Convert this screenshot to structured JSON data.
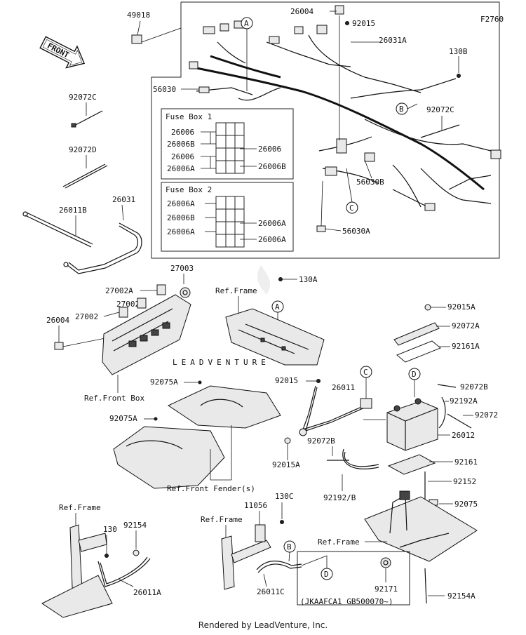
{
  "figure_code": "F2760",
  "watermark": "LEADVENTURE",
  "footer": "Rendered by LeadVenture, Inc.",
  "front_arrow": "FRONT",
  "fuse_box_1": {
    "title": "Fuse Box 1",
    "left_labels": [
      "26006",
      "26006B",
      "26006",
      "26006A"
    ],
    "right_labels": [
      "26006",
      "26006B"
    ]
  },
  "fuse_box_2": {
    "title": "Fuse Box 2",
    "left_labels": [
      "26006A",
      "26006B",
      "26006A"
    ],
    "right_labels": [
      "26006A",
      "26006A"
    ]
  },
  "callouts": {
    "A": "A",
    "B": "B",
    "C": "C",
    "D": "D"
  },
  "parts": {
    "p49018": "49018",
    "p26004_top": "26004",
    "p92015_top": "92015",
    "p26031A": "26031A",
    "p130B": "130B",
    "p56030": "56030",
    "p92072C_left": "92072C",
    "p92072C_right": "92072C",
    "p92072D": "92072D",
    "p26011B": "26011B",
    "p26031": "26031",
    "p56030B": "56030B",
    "p56030A": "56030A",
    "p27003": "27003",
    "p27002A": "27002A",
    "p27002_1": "27002",
    "p27002_2": "27002",
    "p26004_left": "26004",
    "p130A": "130A",
    "p92015A_top": "92015A",
    "p92072A": "92072A",
    "p92161A": "92161A",
    "p92015_mid": "92015",
    "p26011": "26011",
    "p92072B_right": "92072B",
    "p92192A": "92192A",
    "p92072": "92072",
    "p92075A_1": "92075A",
    "p92075A_2": "92075A",
    "p26012": "26012",
    "p92015A_bot": "92015A",
    "p92072B_mid": "92072B",
    "p92161": "92161",
    "p92192B": "92192/B",
    "p92152": "92152",
    "p92075": "92075",
    "p130C": "130C",
    "p11056": "11056",
    "p130": "130",
    "p92154": "92154",
    "p26011A": "26011A",
    "p26011C": "26011C",
    "p92171": "92171",
    "p92154A": "92154A"
  },
  "refs": {
    "ref_frame_top": "Ref.Frame",
    "ref_front_box": "Ref.Front Box",
    "ref_front_fenders": "Ref.Front Fender(s)",
    "ref_frame_bl": "Ref.Frame",
    "ref_frame_bm": "Ref.Frame",
    "ref_frame_br": "Ref.Frame"
  },
  "serial_note": "(JKAAFCA1 GB500070~)"
}
